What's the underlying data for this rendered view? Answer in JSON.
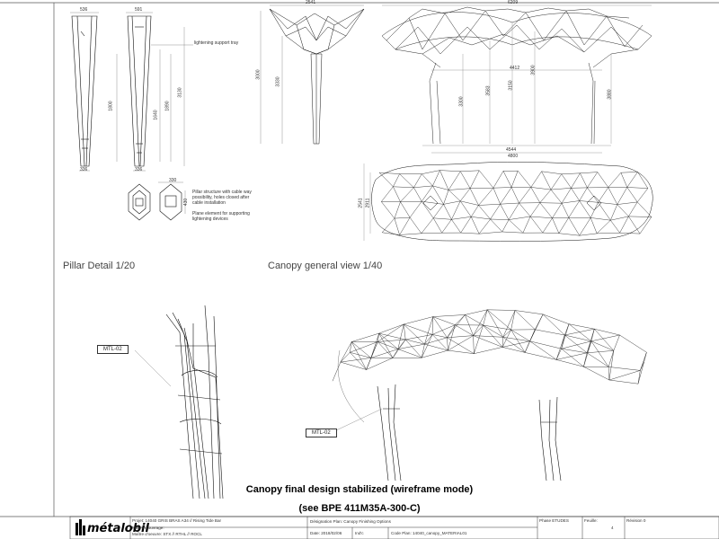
{
  "pillar_detail": {
    "title": "Pillar Detail 1/20",
    "dims_top": [
      "536",
      "591"
    ],
    "dims_bottom": [
      "336",
      "336"
    ],
    "dims_vertical": [
      "1800",
      "1640",
      "1890",
      "3130"
    ],
    "section_dims": [
      "330",
      "430"
    ],
    "notes": {
      "lightening_tray": "lightening support tray",
      "pillar_structure": "Pillar structure with cable way possibility, holes closed after cable installation",
      "plane_element": "Plane element for supporting lightening devices"
    }
  },
  "canopy_general": {
    "title": "Canopy general view 1/40",
    "dims_top": [
      "2541",
      "6209"
    ],
    "dims_side": [
      "3000",
      "3330"
    ],
    "dims_front": [
      "4412",
      "3900",
      "3300",
      "3583",
      "3150",
      "3880"
    ],
    "dims_bottom": [
      "4544",
      "4800"
    ],
    "dims_plan": [
      "2541",
      "2911"
    ]
  },
  "perspective": {
    "labels": [
      "MTL-02",
      "MTL-02"
    ]
  },
  "caption": {
    "line1": "Canopy final design stabilized (wireframe mode)",
    "line2": "(see BPE 411M35A-300-C)"
  },
  "title_block": {
    "logo": "métalobil",
    "project": "Projet: 14040 GRIS BRAS A34 // Rising Tide Bar",
    "maitre_ouvrage": "Maître d'ouvrage:",
    "maitre_oeuvre": "Maître d'oeuvre: STX // RTHL // ROCL",
    "designation": "Désignation Plan: Canopy Finishing Options",
    "date": "Date: 2018/02/06",
    "indice": "Ind'c",
    "code_plan": "Code Plan: 14040_canopy_MATERIAL01",
    "phase": "Phase ETUDES",
    "scale": "Feuille:",
    "revision": "Révision 0",
    "sheet": "4"
  }
}
